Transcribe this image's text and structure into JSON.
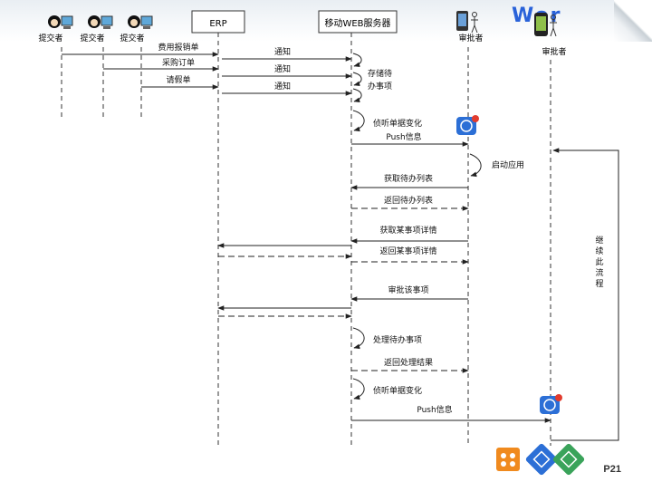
{
  "participants": {
    "submitter_1": "提交者",
    "submitter_2": "提交者",
    "submitter_3": "提交者",
    "erp": "ERP",
    "web_server": "移动WEB服务器",
    "approver_1": "审批者",
    "approver_2": "审批者"
  },
  "messages": {
    "expense_form": "费用报销单",
    "purchase_order": "采购订单",
    "leave_form": "请假单",
    "notify_1": "通知",
    "notify_2": "通知",
    "notify_3": "通知",
    "store_todo_l1": "存储待",
    "store_todo_l2": "办事项",
    "listen_change_1": "侦听单据变化",
    "push_1": "Push信息",
    "launch_app": "启动应用",
    "get_todo_list": "获取待办列表",
    "return_todo_list": "返回待办列表",
    "get_item_detail": "获取某事项详情",
    "return_item_detail": "返回某事项详情",
    "approve_item": "审批该事项",
    "process_todo": "处理待办事项",
    "return_result": "返回处理结果",
    "listen_change_2": "侦听单据变化",
    "push_2": "Push信息",
    "continue_flow": [
      "继",
      "续",
      "此",
      "流",
      "程"
    ]
  },
  "page_number": "P21",
  "colors": {
    "line": "#222222",
    "accent": "#1f5bd8",
    "orange": "#f08a1e",
    "blue": "#2c6fd6",
    "green": "#3aa35a"
  }
}
